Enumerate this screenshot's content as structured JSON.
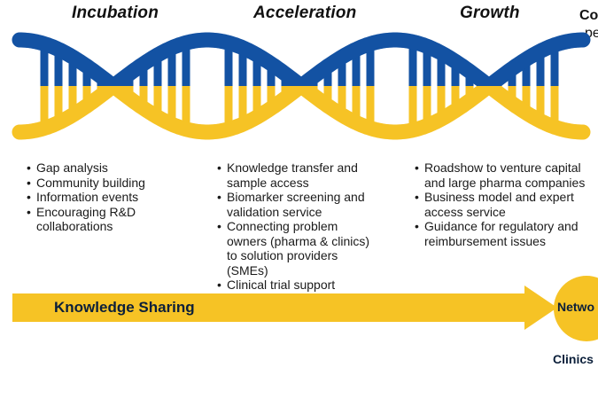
{
  "stages": [
    {
      "title": "Incubation",
      "bullets": [
        "Gap analysis",
        "Community building",
        "Information events",
        "Encouraging R&D collaborations"
      ]
    },
    {
      "title": "Acceleration",
      "bullets": [
        "Knowledge transfer and sample access",
        "Biomarker screening and validation service",
        "Connecting problem owners (pharma & clinics) to solution providers (SMEs)",
        "Clinical trial support"
      ]
    },
    {
      "title": "Growth",
      "bullets": [
        "Roadshow to venture capital and large pharma companies",
        "Business model and expert access service",
        "Guidance for regulatory and reimbursement issues"
      ]
    }
  ],
  "cutoff": {
    "line1": "Co",
    "line2": "pe"
  },
  "arrow": {
    "label": "Knowledge Sharing"
  },
  "circle": {
    "label": "Netwo"
  },
  "bottom_label": "Clinics",
  "colors": {
    "blue": "#1352a3",
    "yellow": "#f6c325"
  }
}
